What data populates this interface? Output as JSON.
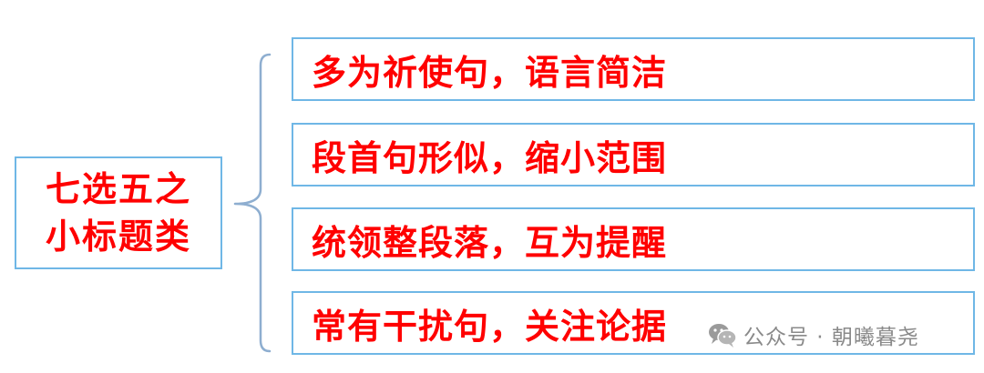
{
  "main": {
    "line1": "七选五之",
    "line2": "小标题类"
  },
  "items": [
    {
      "text": "多为祈使句，语言简洁"
    },
    {
      "text": "段首句形似，缩小范围"
    },
    {
      "text": "统领整段落，互为提醒"
    },
    {
      "text": "常有干扰句，关注论据"
    }
  ],
  "watermark": {
    "text": "公众号 · 朝曦暮尧",
    "icon": "wechat-icon"
  },
  "colors": {
    "text": "#ff0000",
    "border": "#6fb7e6",
    "bracket": "#8eaed0",
    "watermark": "#8a8a8a"
  }
}
